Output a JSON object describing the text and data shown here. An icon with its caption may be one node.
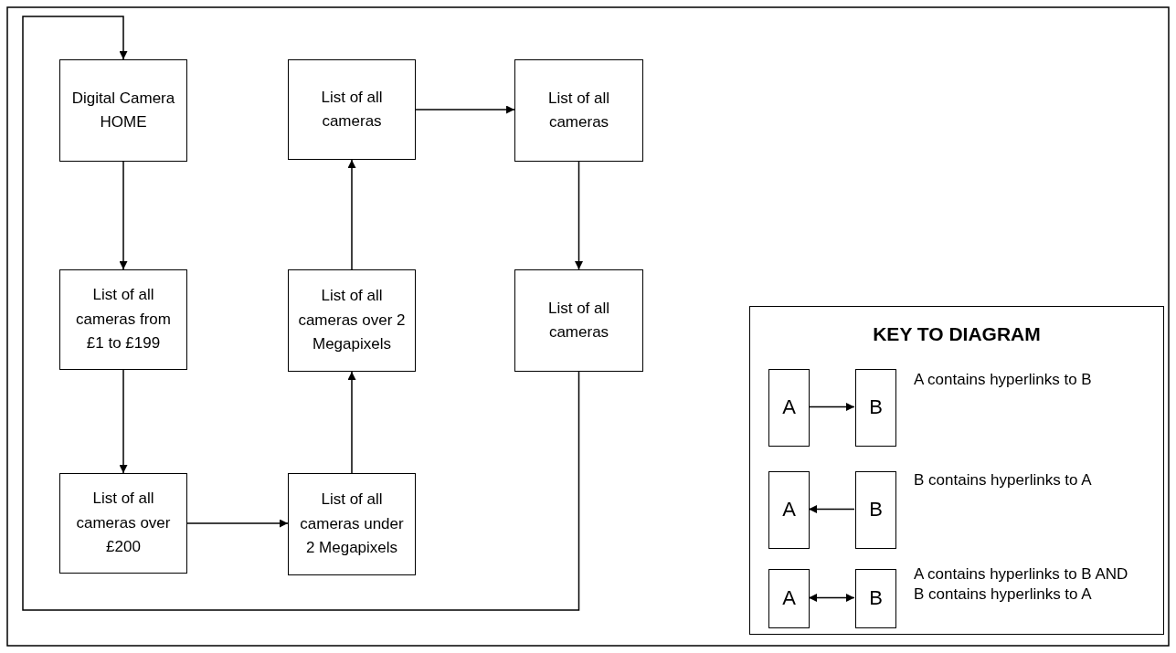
{
  "diagram": {
    "nodes": [
      {
        "text": [
          "Digital Camera HOME"
        ]
      },
      {
        "text": [
          "List of all cameras"
        ]
      },
      {
        "text": [
          "List of all cameras"
        ]
      },
      {
        "text": [
          "List of all cameras from £1 to £199"
        ]
      },
      {
        "text": [
          "List of all cameras over 2 Megapixels"
        ]
      },
      {
        "text": [
          "List of all cameras"
        ]
      },
      {
        "text": [
          "List of all cameras over £200"
        ]
      },
      {
        "text": [
          "List of all cameras under 2 Megapixels"
        ]
      },
      {
        "text": [
          "KEY TO DIAGRAM"
        ]
      },
      {
        "text": [
          "A"
        ],
        "in": 8
      },
      {
        "text": [
          "B"
        ],
        "in": 8
      },
      {
        "text": [
          "A"
        ],
        "in": 8
      },
      {
        "text": [
          "B"
        ],
        "in": 8
      },
      {
        "text": [
          "A"
        ],
        "in": 8
      },
      {
        "text": [
          "B"
        ],
        "in": 8
      }
    ],
    "edges": [
      {
        "from": 5,
        "to": 0,
        "arrow": "to"
      },
      {
        "from": 0,
        "to": 3,
        "arrow": "to"
      },
      {
        "from": 3,
        "to": 6,
        "arrow": "to"
      },
      {
        "from": 6,
        "to": 7,
        "arrow": "to"
      },
      {
        "from": 7,
        "to": 4,
        "arrow": "to"
      },
      {
        "from": 4,
        "to": 1,
        "arrow": "to"
      },
      {
        "from": 1,
        "to": 2,
        "arrow": "to"
      },
      {
        "from": 2,
        "to": 5,
        "arrow": "to"
      },
      {
        "from": 9,
        "to": 10,
        "arrow": "to"
      },
      {
        "from": 12,
        "to": 11,
        "arrow": "to"
      },
      {
        "from": 13,
        "to": 14,
        "arrow": "both"
      }
    ],
    "labels": [
      "A contains hyperlinks to B",
      "B contains hyperlinks to A",
      "A contains hyperlinks to B AND B contains hyperlinks to A"
    ]
  }
}
